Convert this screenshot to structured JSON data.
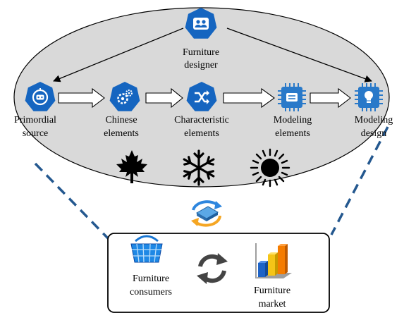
{
  "colors": {
    "ellipse_fill": "#d9d9d9",
    "hex_blue": "#1565c0",
    "chip_blue": "#2979c9",
    "dash_line": "#24588f",
    "arrow_stroke": "#000000",
    "cycle_arrows_orange": "#f5a623",
    "cycle_arrows_blue": "#2e86de",
    "sync_gray": "#444444",
    "box_border": "#000000"
  },
  "designer": {
    "label_line1": "Furniture",
    "label_line2": "designer",
    "icon": "people-icon"
  },
  "pipeline": [
    {
      "line1": "Primordial",
      "line2": "source",
      "icon": "robot-face-icon"
    },
    {
      "line1": "Chinese",
      "line2": "elements",
      "icon": "gears-icon"
    },
    {
      "line1": "Characteristic",
      "line2": "elements",
      "icon": "shuffle-icon"
    },
    {
      "line1": "Modeling",
      "line2": "elements",
      "icon": "chip-icon"
    },
    {
      "line1": "Modeling",
      "line2": "design",
      "icon": "chip-bulb-icon"
    }
  ],
  "seasons": [
    "maple-leaf-icon",
    "snowflake-icon",
    "sun-icon"
  ],
  "market_box": {
    "consumers_line1": "Furniture",
    "consumers_line2": "consumers",
    "market_line1": "Furniture",
    "market_line2": "market",
    "consumers_icon": "shopping-basket-icon",
    "market_icon": "bar-chart-icon",
    "center_icon": "sync-icon"
  },
  "connector_icon": "cycle-server-icon"
}
